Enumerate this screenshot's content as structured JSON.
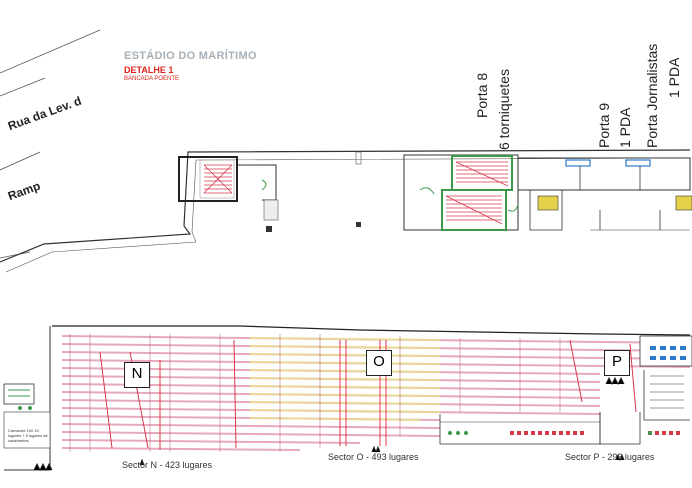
{
  "header": {
    "title": "ESTÁDIO DO MARÍTIMO",
    "detail": "DETALHE 1",
    "subtitle": "BANCADA POENTE"
  },
  "streets": {
    "street_1": "Rua da Lev. d",
    "street_2": "Ramp"
  },
  "gates": {
    "gate_8_name": "Porta 8",
    "gate_8_detail": "6 torniquetes",
    "gate_9_name": "Porta 9",
    "gate_9_detail": "1 PDA",
    "press_gate_name": "Porta Jornalistas",
    "press_gate_detail": "1 PDA"
  },
  "sectors": {
    "letters": [
      "N",
      "O",
      "P"
    ],
    "sector_n": "Sector N - 423 lugares",
    "sector_o": "Sector O - 493 lugares",
    "sector_p": "Sector P - 296 lugares"
  },
  "notes": {
    "camarote": "Camarote 100 10 lugares + 5 lugares de cadeirantes"
  },
  "colors": {
    "seat_pink": "#e8a9bd",
    "seat_yellow": "#e9d89a",
    "stair_red": "#d9364c",
    "green": "#3a9a4a",
    "brand_red": "#e2241d",
    "brand_grey": "#a7b0b8"
  }
}
